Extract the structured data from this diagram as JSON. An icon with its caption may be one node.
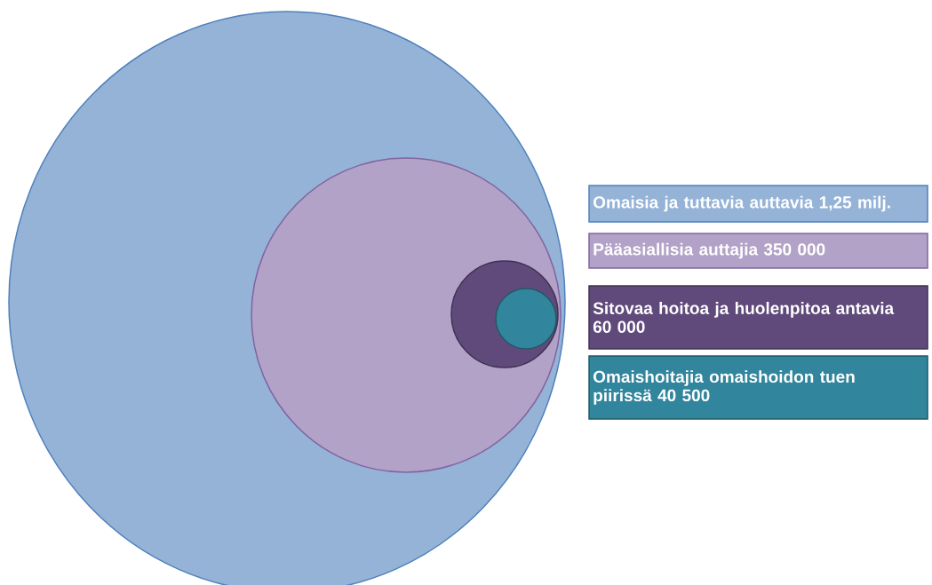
{
  "diagram": {
    "nodes": [
      {
        "text": [],
        "shape": "circle"
      },
      {
        "text": [],
        "shape": "circle",
        "in": 0
      },
      {
        "text": [],
        "shape": "circle",
        "in": 1
      },
      {
        "text": [],
        "shape": "circle",
        "in": 2
      }
    ],
    "legend": [
      {
        "text": "Omaisia ja tuttavia auttavia 1,25 milj.",
        "color": "#95b3d7"
      },
      {
        "text": "Pääasiallisia auttajia 350 000",
        "color": "#b3a2c7"
      },
      {
        "text": "Sitovaa hoitoa ja huolenpitoa antavia 60 000",
        "color": "#604a7b"
      },
      {
        "text": "Omaishoitajia omaishoidon tuen piirissä 40 500",
        "color": "#31859c"
      }
    ]
  }
}
